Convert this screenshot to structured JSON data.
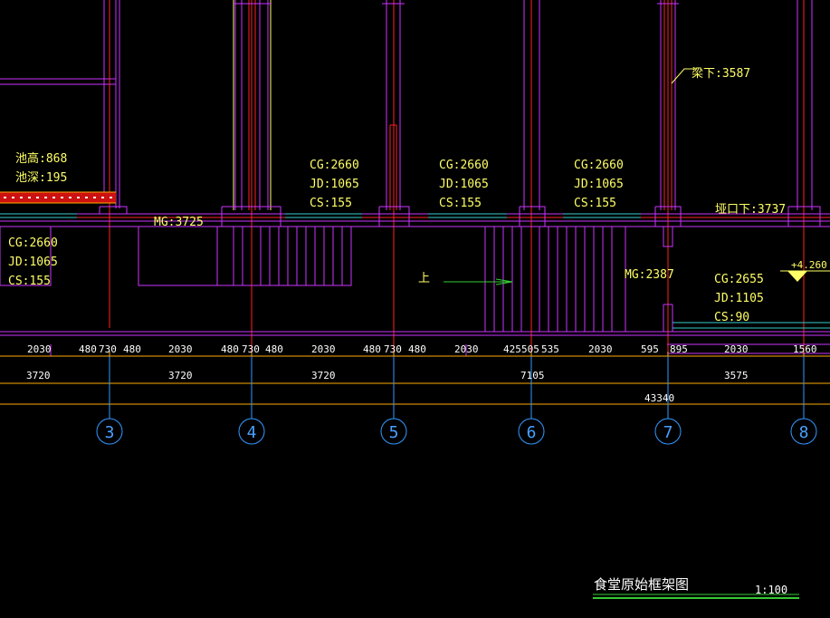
{
  "colors": {
    "background": "#000000",
    "magenta": "#cc33ff",
    "red": "#ff2222",
    "yellow": "#ffff66",
    "cyan": "#33cccc",
    "blue": "#3399ff",
    "green": "#33cc33",
    "white": "#ffffff"
  },
  "annotations": {
    "pool_height": "池高:868",
    "pool_depth": "池深:195",
    "room_a": {
      "cg": "CG:2660",
      "jd": "JD:1065",
      "cs": "CS:155"
    },
    "room_b": {
      "cg": "CG:2660",
      "jd": "JD:1065",
      "cs": "CS:155"
    },
    "room_c": {
      "cg": "CG:2660",
      "jd": "JD:1065",
      "cs": "CS:155"
    },
    "room_d": {
      "cg": "CG:2660",
      "jd": "JD:1065",
      "cs": "CS:155"
    },
    "room_e": {
      "cg": "CG:2655",
      "jd": "JD:1105",
      "cs": "CS:90"
    },
    "mg_left": "MG:3725",
    "mg_right": "MG:2387",
    "beam_under": "梁下:3587",
    "beam_opening_under": "垭口下:3737",
    "stair_up": "上",
    "elevation": "+4.260"
  },
  "dimensions": {
    "row1": [
      "2030",
      "480",
      "730",
      "480",
      "2030",
      "480",
      "730",
      "480",
      "2030",
      "480",
      "730",
      "480",
      "2030",
      "425",
      "505",
      "535",
      "2030",
      "595",
      "895",
      "2030",
      "1560"
    ],
    "row2": [
      "3720",
      "3720",
      "3720",
      "7105",
      "3575"
    ],
    "total": "43340"
  },
  "axes": [
    "3",
    "4",
    "5",
    "6",
    "7",
    "8"
  ],
  "title_block": {
    "title": "食堂原始框架图",
    "scale": "1:100"
  }
}
